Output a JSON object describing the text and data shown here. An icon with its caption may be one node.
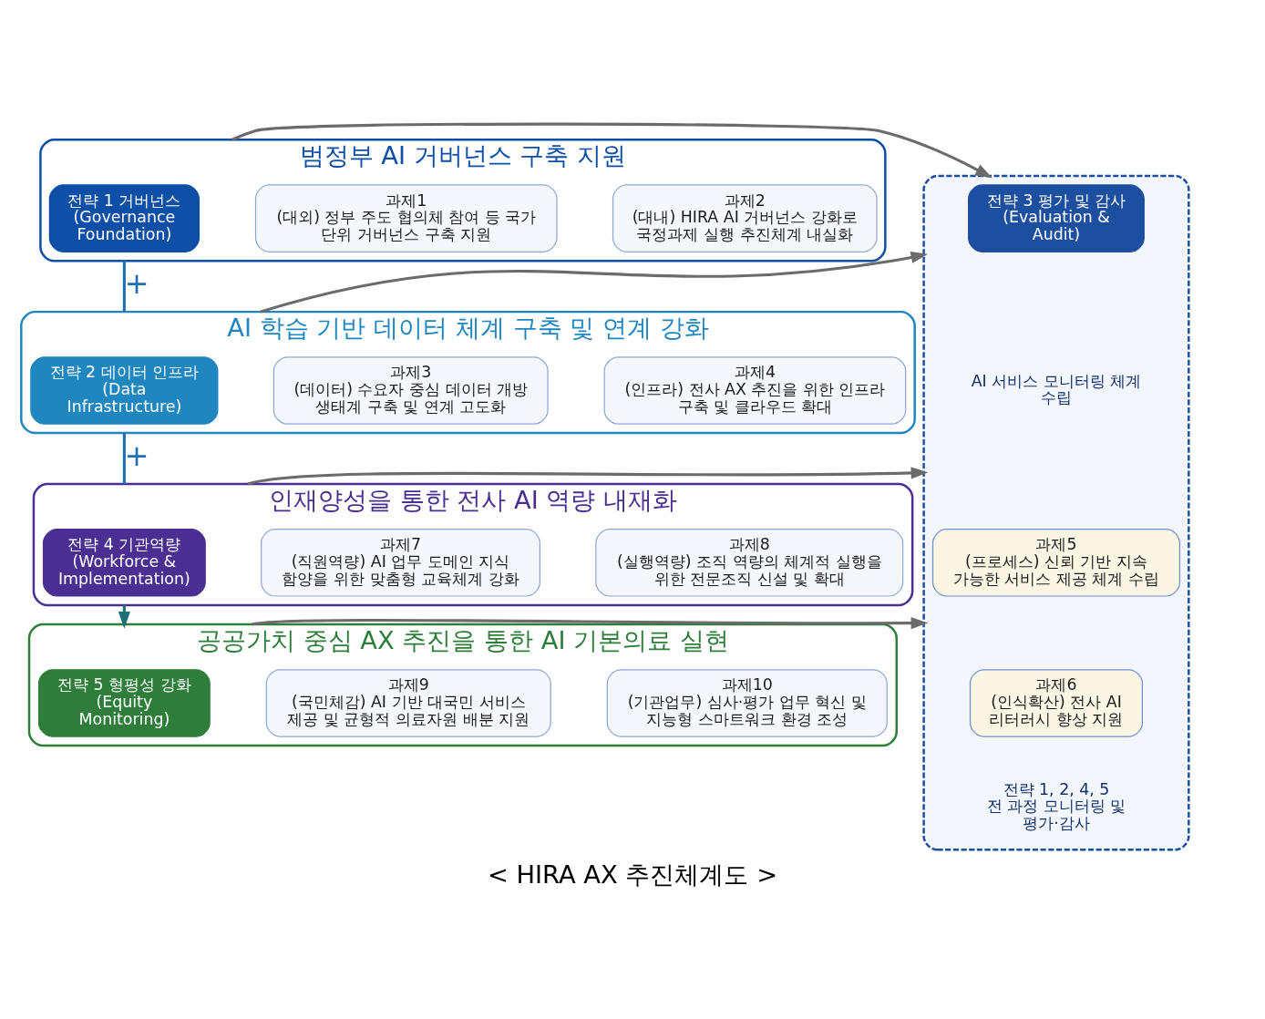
{
  "diagram": {
    "caption": "< HIRA AX 추진체계도 >",
    "nodes": [
      {
        "text": [
          "범정부 AI 거버넌스 구축 지원"
        ]
      },
      {
        "text": [
          "전략 1 거버넌스",
          "(Governance Foundation)"
        ],
        "in": 0
      },
      {
        "text": [
          "과제1",
          "(대외) 정부 주도 협의체 참여 등 국가 단위 거버넌스 구축 지원"
        ],
        "in": 0
      },
      {
        "text": [
          "과제2",
          "(대내) HIRA AI 거버넌스 강화로 국정과제 실행 추진체계 내실화"
        ],
        "in": 0
      },
      {
        "text": [
          "AI 학습 기반 데이터 체계 구축 및 연계 강화"
        ]
      },
      {
        "text": [
          "전략 2 데이터 인프라",
          "(Data Infrastructure)"
        ],
        "in": 4
      },
      {
        "text": [
          "과제3",
          "(데이터) 수요자 중심 데이터 개방 생태계 구축 및 연계 고도화"
        ],
        "in": 4
      },
      {
        "text": [
          "과제4",
          "(인프라) 전사 AX 추진을 위한 인프라 구축 및 클라우드 확대"
        ],
        "in": 4
      },
      {
        "text": [
          "인재양성을 통한 전사 AI 역량 내재화"
        ]
      },
      {
        "text": [
          "전략 4 기관역량",
          "(Workforce & Implementation)"
        ],
        "in": 8
      },
      {
        "text": [
          "과제7",
          "(직원역량) AI 업무 도메인 지식 함양을 위한 맞춤형 교육체계 강화"
        ],
        "in": 8
      },
      {
        "text": [
          "과제8",
          "(실행역량) 조직 역량의 체계적 실행을 위한 전문조직 신설 및 확대"
        ],
        "in": 8
      },
      {
        "text": [
          "공공가치 중심 AX 추진을 통한 AI 기본의료 실현"
        ]
      },
      {
        "text": [
          "전략 5 형평성 강화",
          "(Equity Monitoring)"
        ],
        "in": 12
      },
      {
        "text": [
          "과제9",
          "(국민체감) AI 기반 대국민 서비스 제공 및 균형적 의료자원 배분 지원"
        ],
        "in": 12
      },
      {
        "text": [
          "과제10",
          "(기관업무) 심사·평가 업무 혁신 및 지능형 스마트워크 환경 조성"
        ],
        "in": 12
      },
      {
        "text": [],
        "shape": "box"
      },
      {
        "text": [
          "전략 3 평가 및 감사",
          "(Evaluation & Audit)"
        ],
        "in": 16
      },
      {
        "text": [
          "AI 서비스 모니터링 체계 수립"
        ],
        "in": 16
      },
      {
        "text": [
          "과제5",
          "(프로세스) 신뢰 기반 지속 가능한 서비스 제공 체계 수립"
        ],
        "in": 16
      },
      {
        "text": [
          "과제6",
          "(인식확산) 전사 AI 리터러시 향상 지원"
        ],
        "in": 16
      },
      {
        "text": [
          "전략 1, 2, 4, 5 전 과정 모니터링 및 평가·감사"
        ],
        "in": 16
      }
    ],
    "edges": [
      {
        "from": 0,
        "to": 4,
        "arrow": "none",
        "label": "+",
        "color": "#1f6fb5"
      },
      {
        "from": 4,
        "to": 8,
        "arrow": "none",
        "label": "+",
        "color": "#1f6fb5"
      },
      {
        "from": 8,
        "to": 12,
        "arrow": "to",
        "color": "#1f6f78"
      },
      {
        "from": 0,
        "to": 16,
        "arrow": "to"
      },
      {
        "from": 4,
        "to": 16,
        "arrow": "to"
      },
      {
        "from": 8,
        "to": 16,
        "arrow": "to"
      },
      {
        "from": 12,
        "to": 16,
        "arrow": "to"
      }
    ]
  }
}
